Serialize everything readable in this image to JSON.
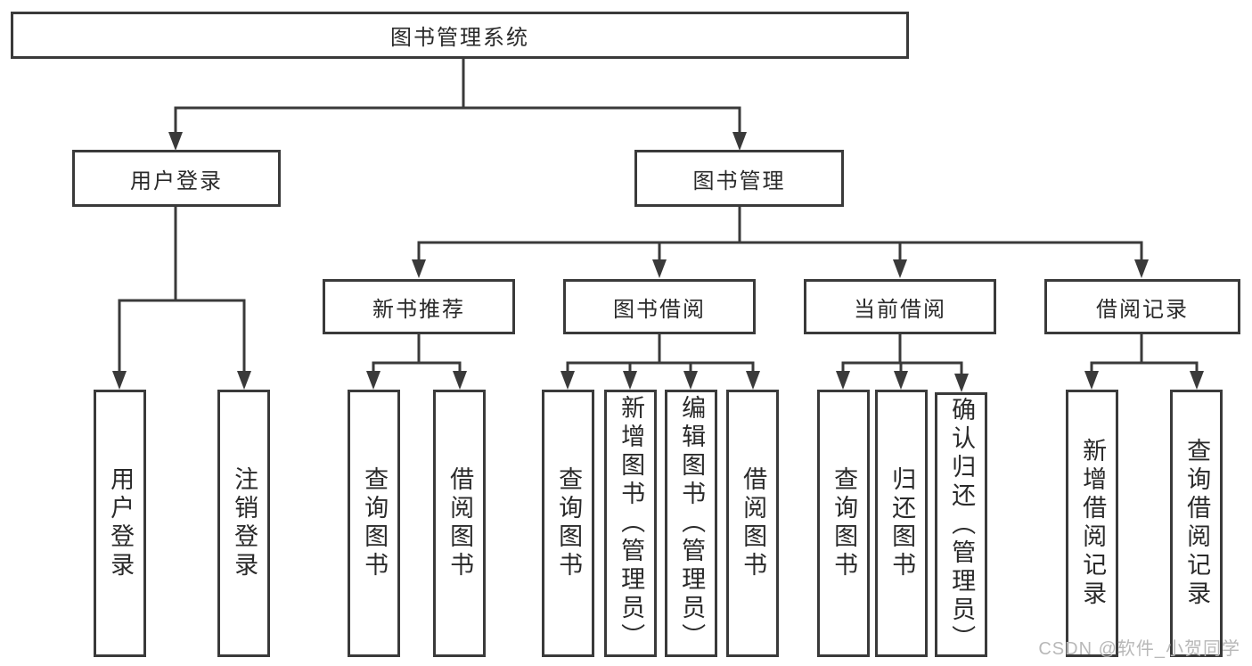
{
  "diagram": {
    "root": {
      "label": "图书管理系统"
    },
    "branches": [
      {
        "label": "用户登录",
        "children": [
          {
            "label": "用户登录"
          },
          {
            "label": "注销登录"
          }
        ]
      },
      {
        "label": "图书管理",
        "children": [
          {
            "label": "新书推荐",
            "children": [
              {
                "label": "查询图书"
              },
              {
                "label": "借阅图书"
              }
            ]
          },
          {
            "label": "图书借阅",
            "children": [
              {
                "label": "查询图书"
              },
              {
                "label": "新增图书（管理员）"
              },
              {
                "label": "编辑图书（管理员）"
              },
              {
                "label": "借阅图书"
              }
            ]
          },
          {
            "label": "当前借阅",
            "children": [
              {
                "label": "查询图书"
              },
              {
                "label": "归还图书"
              },
              {
                "label": "确认归还（管理员）"
              }
            ]
          },
          {
            "label": "借阅记录",
            "children": [
              {
                "label": "新增借阅记录"
              },
              {
                "label": "查询借阅记录"
              }
            ]
          }
        ]
      }
    ]
  },
  "watermark": {
    "text": "CSDN @软件_小贺同学"
  },
  "colors": {
    "line": "#3a3a3a",
    "box_border": "#3a3a3a",
    "text": "#2a2a2a",
    "watermark": "#b8b8b8",
    "bg": "#ffffff"
  }
}
